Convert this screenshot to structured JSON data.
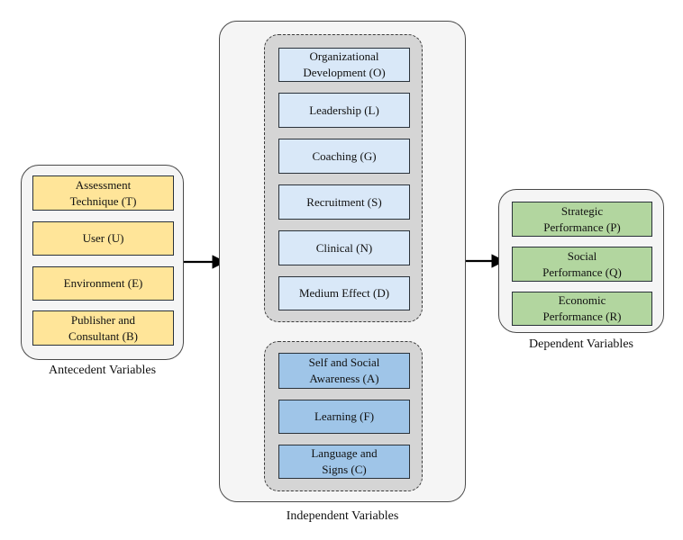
{
  "colors": {
    "page-bg": "#ffffff",
    "panel-fill": "#f5f5f5",
    "panel-border": "#4a4a4a",
    "group-fill": "#d5d5d5",
    "group-border": "#3c3c3c",
    "node-border": "#2a323a",
    "yellow": "#ffe599",
    "light-blue": "#d9e8f8",
    "dark-blue": "#9fc5e8",
    "green": "#b2d69f",
    "arrow": "#000000",
    "text": "#111111"
  },
  "antecedent": {
    "caption": "Antecedent Variables",
    "items": [
      {
        "label": "Assessment\nTechnique (T)"
      },
      {
        "label": "User (U)"
      },
      {
        "label": "Environment (E)"
      },
      {
        "label": "Publisher and\nConsultant (B)"
      }
    ]
  },
  "independent": {
    "caption": "Independent Variables",
    "group1": {
      "items": [
        {
          "label": "Organizational\nDevelopment (O)"
        },
        {
          "label": "Leadership (L)"
        },
        {
          "label": "Coaching (G)"
        },
        {
          "label": "Recruitment (S)"
        },
        {
          "label": "Clinical (N)"
        },
        {
          "label": "Medium Effect (D)"
        }
      ]
    },
    "group2": {
      "items": [
        {
          "label": "Self and Social\nAwareness (A)"
        },
        {
          "label": "Learning (F)"
        },
        {
          "label": "Language and\nSigns (C)"
        }
      ]
    }
  },
  "dependent": {
    "caption": "Dependent Variables",
    "items": [
      {
        "label": "Strategic\nPerformance (P)"
      },
      {
        "label": "Social\nPerformance (Q)"
      },
      {
        "label": "Economic\nPerformance (R)"
      }
    ]
  }
}
